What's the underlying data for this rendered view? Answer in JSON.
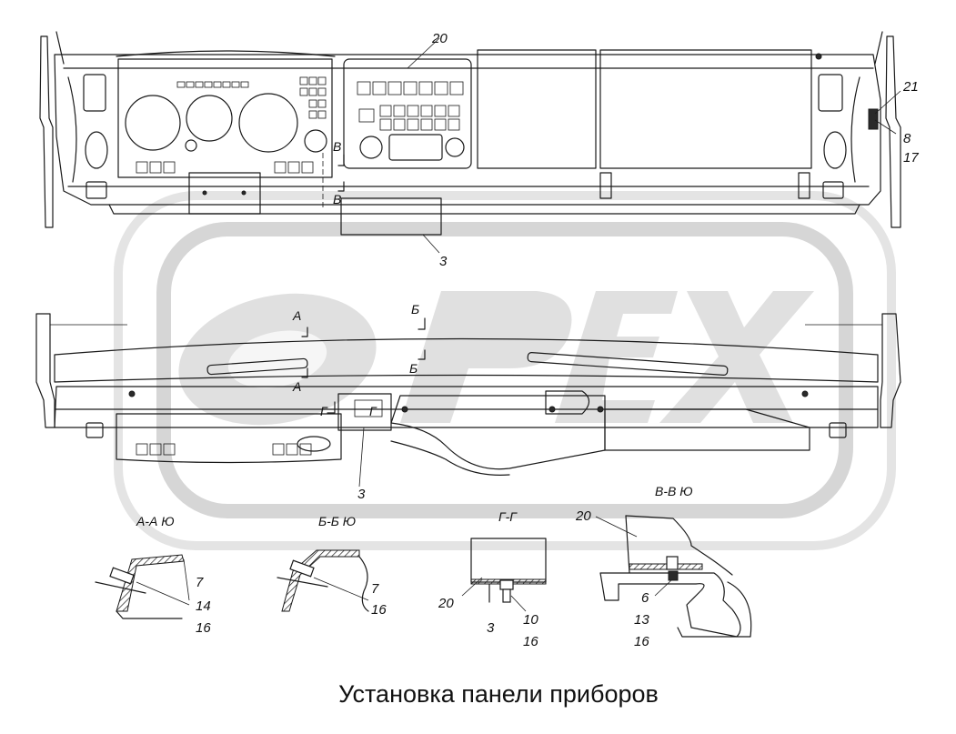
{
  "title": "Установка панели приборов",
  "top_view": {
    "callouts": [
      "20",
      "21",
      "8",
      "17",
      "3"
    ],
    "section_mark": "В"
  },
  "front_view": {
    "callouts": [
      "3"
    ],
    "section_marks": [
      "А",
      "Б",
      "Г"
    ]
  },
  "sections": [
    {
      "name": "А-А Ю",
      "callouts": [
        "7",
        "14",
        "16"
      ]
    },
    {
      "name": "Б-Б Ю",
      "callouts": [
        "7",
        "16"
      ]
    },
    {
      "name": "Г-Г",
      "callouts": [
        "20",
        "3",
        "10",
        "16"
      ]
    },
    {
      "name": "В-В Ю",
      "callouts": [
        "20",
        "6",
        "13",
        "16"
      ]
    }
  ],
  "watermark": "OPEX"
}
